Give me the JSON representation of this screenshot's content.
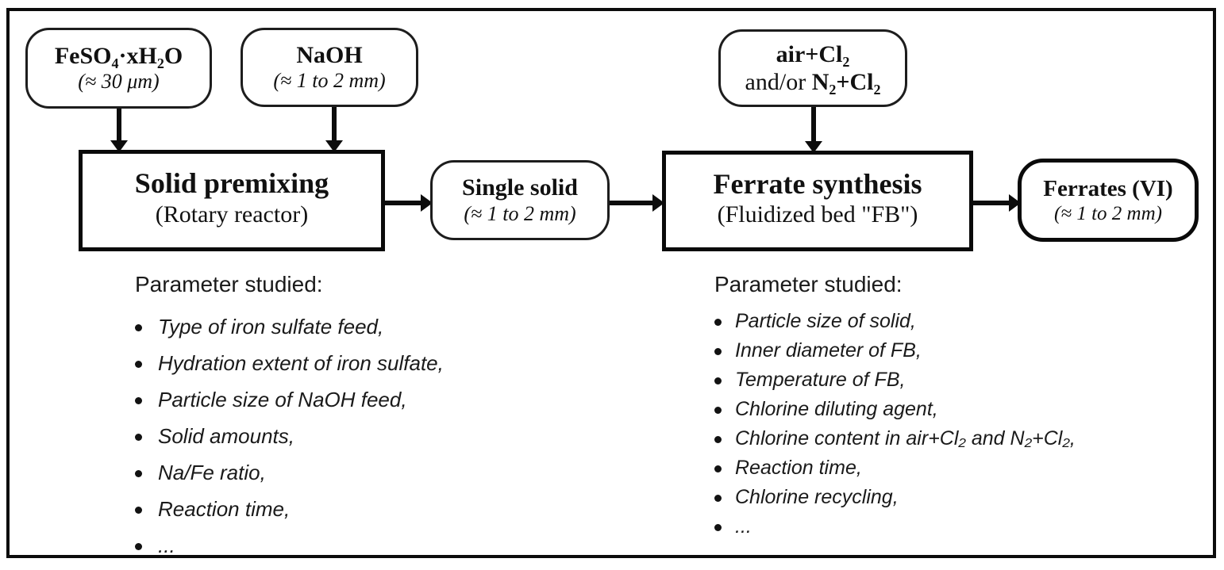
{
  "figure": {
    "background_color": "#ffffff",
    "ink_color": "#111111",
    "nodes": {
      "feso4": {
        "line1": "FeSO₄·xH₂O",
        "line2": "(≈ 30 μm)"
      },
      "naoh": {
        "line1": "NaOH",
        "line2": "(≈ 1 to 2 mm)"
      },
      "air_cl2": {
        "line1": "air+Cl₂",
        "line2_prefix": "and/or ",
        "line2_bold": "N₂+Cl₂"
      },
      "premixing": {
        "title": "Solid premixing",
        "subtitle": "(Rotary reactor)"
      },
      "single_solid": {
        "line1": "Single solid",
        "line2": "(≈ 1 to 2 mm)"
      },
      "synthesis": {
        "title": "Ferrate synthesis",
        "subtitle": "(Fluidized bed \"FB\")"
      },
      "ferrates": {
        "line1": "Ferrates (VI)",
        "line2": "(≈ 1 to 2 mm)"
      }
    },
    "premixing_params": {
      "title": "Parameter studied:",
      "items": [
        "Type of iron sulfate feed,",
        "Hydration extent of iron sulfate,",
        "Particle size of NaOH feed,",
        "Solid amounts,",
        "Na/Fe ratio,",
        "Reaction time,",
        "..."
      ]
    },
    "synthesis_params": {
      "title": "Parameter studied:",
      "items": [
        "Particle size of solid,",
        "Inner diameter of FB,",
        "Temperature of FB,",
        "Chlorine diluting agent,",
        "Chlorine content in air+Cl₂ and N₂+Cl₂,",
        "Reaction time,",
        "Chlorine recycling,",
        "..."
      ]
    }
  }
}
